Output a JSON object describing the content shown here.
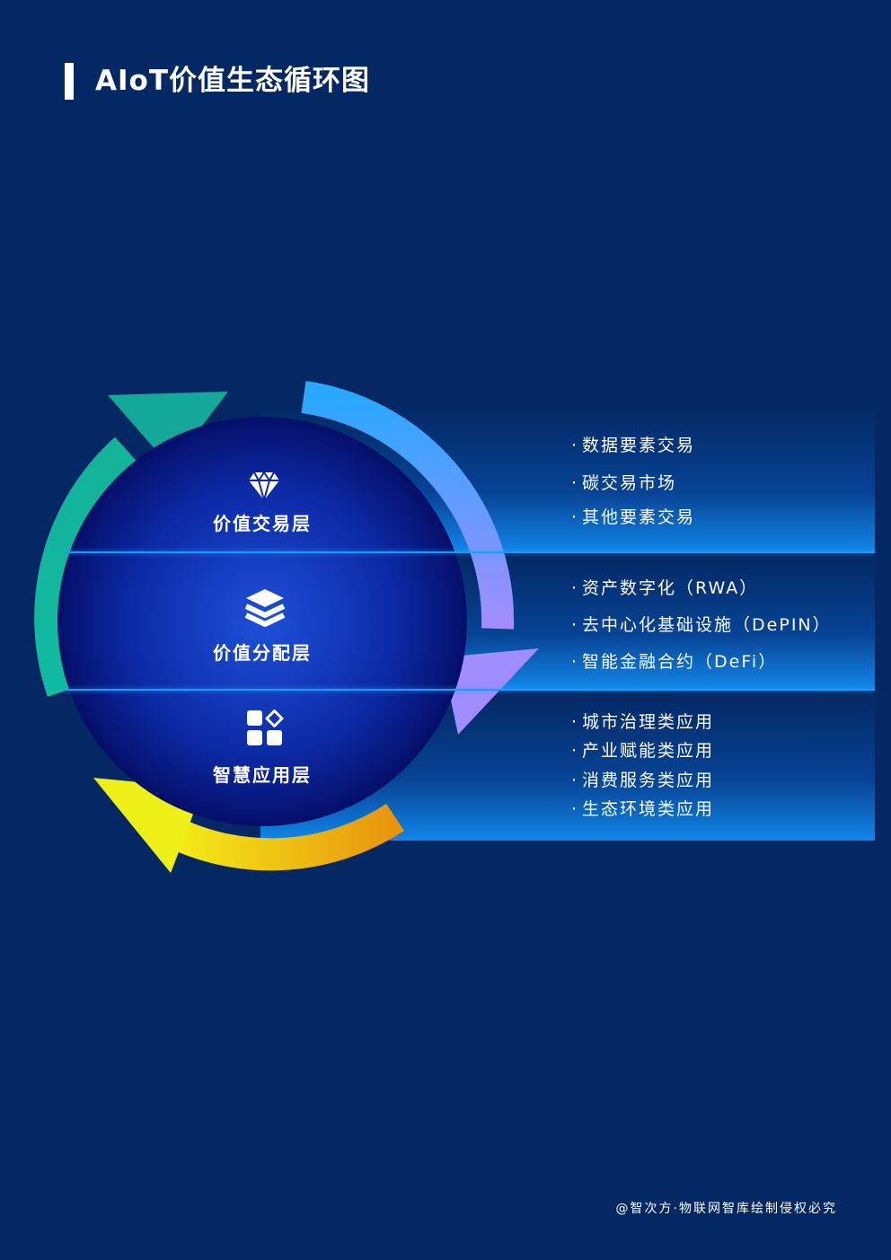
{
  "title": "AIoT价值生态循环图",
  "layers": [
    {
      "name": "价值交易层",
      "icon": "diamond-icon",
      "items": [
        "数据要素交易",
        "碳交易市场",
        "其他要素交易"
      ]
    },
    {
      "name": "价值分配层",
      "icon": "layers-icon",
      "items": [
        "资产数字化（RWA）",
        "去中心化基础设施（DePIN）",
        "智能金融合约（DeFi）"
      ]
    },
    {
      "name": "智慧应用层",
      "icon": "apps-grid-icon",
      "items": [
        "城市治理类应用",
        "产业赋能类应用",
        "消费服务类应用",
        "生态环境类应用"
      ]
    }
  ],
  "bullet_marker": "·",
  "footer": "@智次方·物联网智库绘制侵权必究",
  "colors": {
    "background": "#032863",
    "sphere_center": "#1e50d8",
    "sphere_edge": "#050f6a",
    "arrow_top_right": [
      "#2aa8ff",
      "#a58cff"
    ],
    "arrow_left": [
      "#0fbba0",
      "#13a394"
    ],
    "arrow_bottom": [
      "#f5f21a",
      "#e8940c"
    ],
    "band_line": "#1a9bff"
  }
}
